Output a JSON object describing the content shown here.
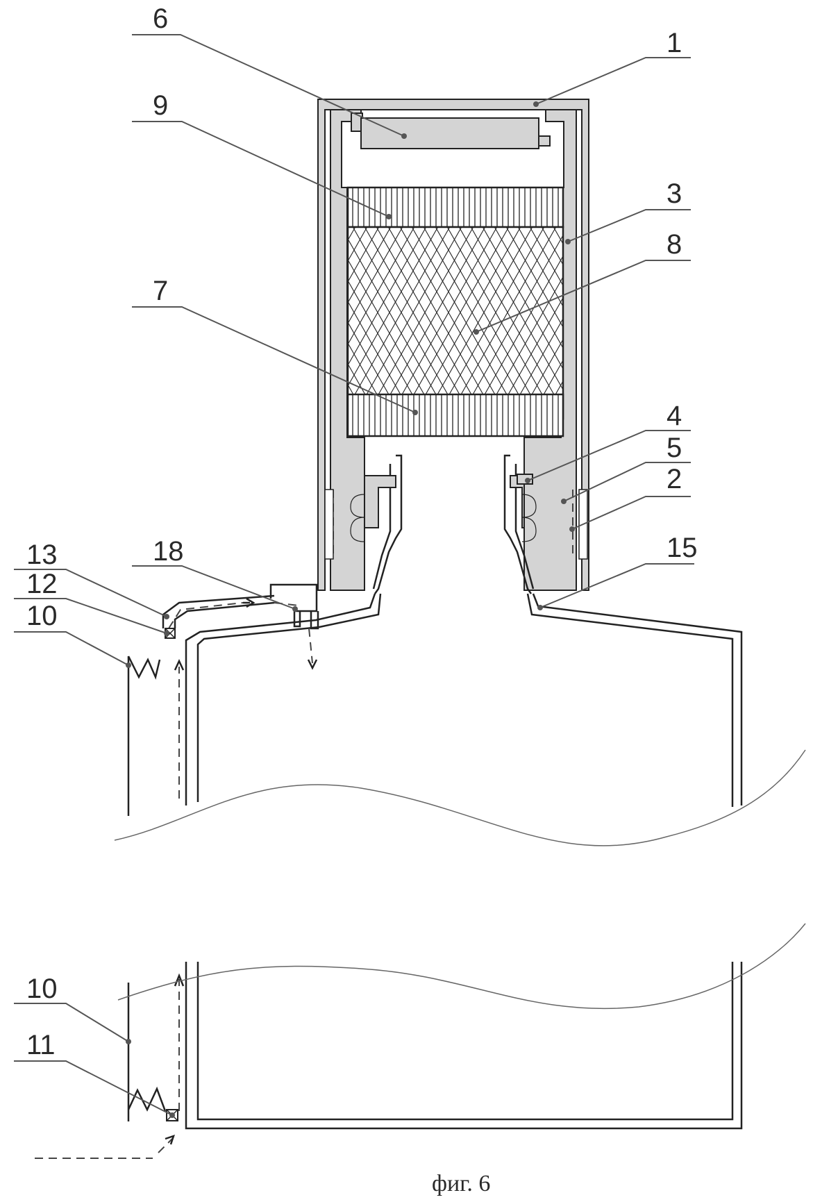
{
  "figure": {
    "caption": "фиг. 6",
    "labels": {
      "l1": "1",
      "l2": "2",
      "l3": "3",
      "l4": "4",
      "l5": "5",
      "l6": "6",
      "l7": "7",
      "l8": "8",
      "l9": "9",
      "l10a": "10",
      "l10b": "10",
      "l11": "11",
      "l12": "12",
      "l13": "13",
      "l15": "15",
      "l18": "18"
    }
  }
}
